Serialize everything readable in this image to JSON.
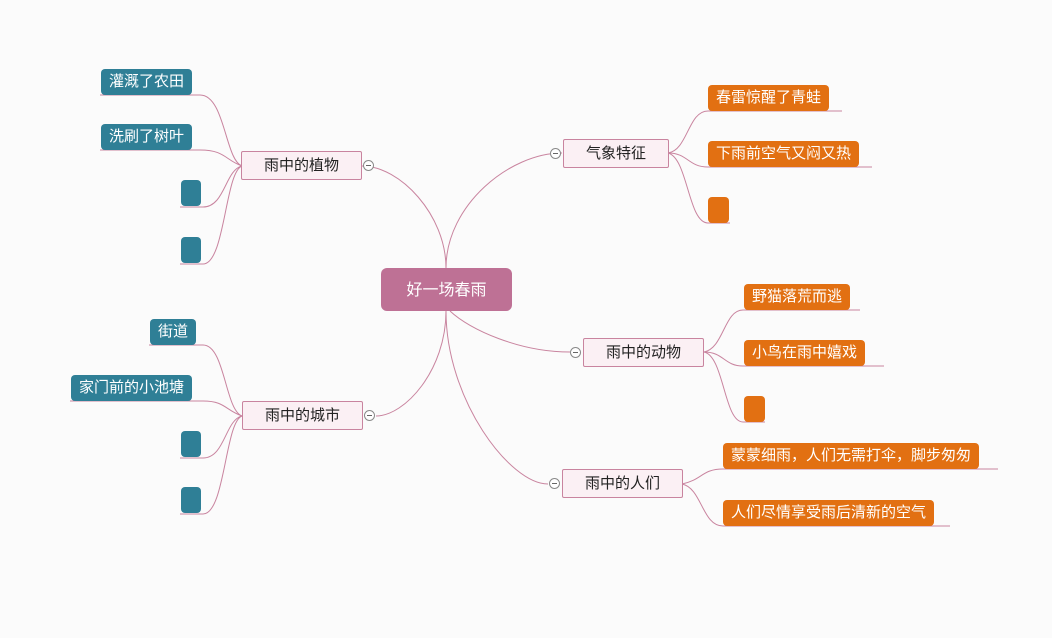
{
  "colors": {
    "root": "#be7195",
    "branch_border": "#c9849f",
    "link": "#c9849f",
    "blue_leaf": "#2f7f96",
    "orange_leaf": "#e27012"
  },
  "root": {
    "label": "好一场春雨"
  },
  "branches": {
    "plants": {
      "label": "雨中的植物",
      "children": [
        "灌溉了农田",
        "洗刷了树叶",
        "",
        ""
      ]
    },
    "city": {
      "label": "雨中的城市",
      "children": [
        "街道",
        "家门前的小池塘",
        "",
        ""
      ]
    },
    "weather": {
      "label": "气象特征",
      "children": [
        "春雷惊醒了青蛙",
        "下雨前空气又闷又热",
        ""
      ]
    },
    "animals": {
      "label": "雨中的动物",
      "children": [
        "野猫落荒而逃",
        "小鸟在雨中嬉戏",
        ""
      ]
    },
    "people": {
      "label": "雨中的人们",
      "children": [
        "蒙蒙细雨，人们无需打伞，脚步匆匆",
        "人们尽情享受雨后清新的空气"
      ]
    }
  }
}
